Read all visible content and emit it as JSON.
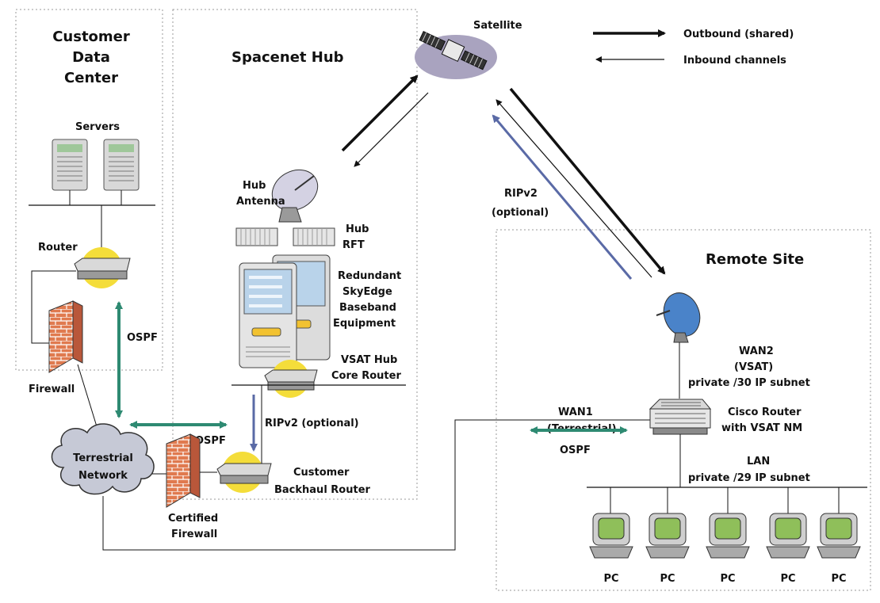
{
  "regions": {
    "customer_dc": [
      "Customer",
      "Data",
      "Center"
    ],
    "hub": "Spacenet Hub",
    "remote": "Remote Site"
  },
  "legend": {
    "outbound": "Outbound (shared)",
    "inbound": "Inbound channels"
  },
  "labels": {
    "satellite": "Satellite",
    "servers": "Servers",
    "router": "Router",
    "firewall": "Firewall",
    "ospf": "OSPF",
    "terrestrial_network": [
      "Terrestrial",
      "Network"
    ],
    "certified_firewall": [
      "Certified",
      "Firewall"
    ],
    "hub_antenna": [
      "Hub",
      "Antenna"
    ],
    "hub_rft": [
      "Hub",
      "RFT"
    ],
    "baseband": [
      "Redundant",
      "SkyEdge",
      "Baseband",
      "Equipment"
    ],
    "vsat_hub": [
      "VSAT Hub",
      "Core Router"
    ],
    "ripv2_optional": "RIPv2 (optional)",
    "backhaul": [
      "Customer",
      "Backhaul Router"
    ],
    "ripv2_sat": [
      "RIPv2",
      "(optional)"
    ],
    "wan2": [
      "WAN2",
      "(VSAT)",
      "private /30 IP subnet"
    ],
    "wan1": [
      "WAN1",
      "(Terrestrial)"
    ],
    "cisco": [
      "Cisco Router",
      "with VSAT NM"
    ],
    "lan": [
      "LAN",
      "private /29 IP subnet"
    ],
    "pcs": [
      "PC",
      "PC",
      "PC",
      "PC",
      "PC"
    ]
  }
}
